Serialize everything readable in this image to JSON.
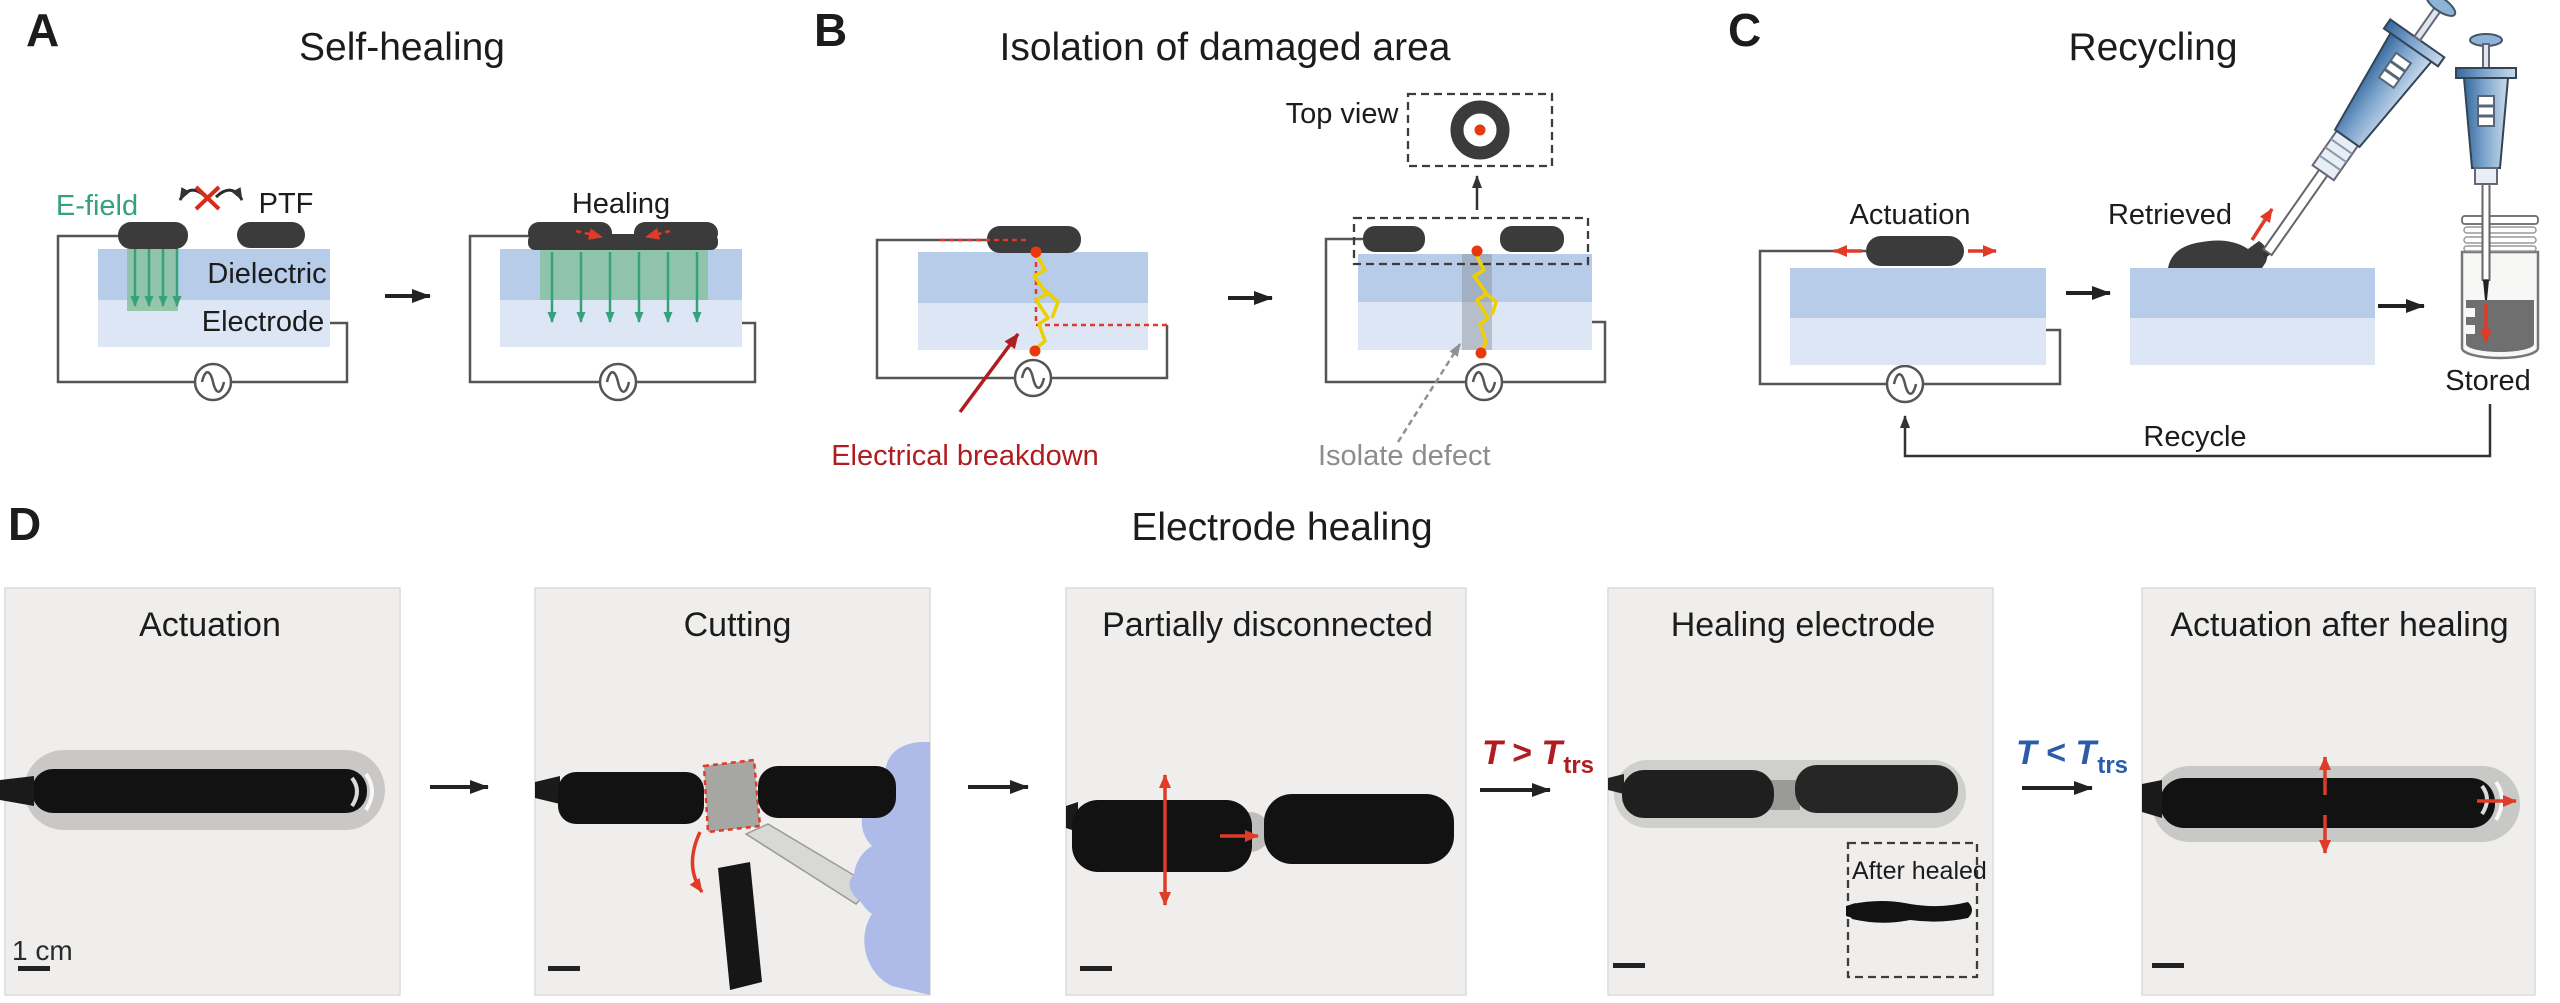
{
  "figure": {
    "panels": {
      "A": {
        "letter": "A",
        "title": "Self-healing",
        "labels": {
          "efield": "E-field",
          "ptf": "PTF",
          "dielectric": "Dielectric",
          "electrode": "Electrode",
          "healing": "Healing"
        }
      },
      "B": {
        "letter": "B",
        "title": "Isolation of damaged area",
        "labels": {
          "top_view": "Top view",
          "electrical_breakdown": "Electrical breakdown",
          "isolate_defect": "Isolate defect"
        }
      },
      "C": {
        "letter": "C",
        "title": "Recycling",
        "labels": {
          "actuation": "Actuation",
          "retrieved": "Retrieved",
          "stored": "Stored",
          "recycle": "Recycle"
        }
      },
      "D": {
        "letter": "D",
        "title": "Electrode healing",
        "photos": [
          {
            "label": "Actuation",
            "scale_bar": "1 cm"
          },
          {
            "label": "Cutting"
          },
          {
            "label": "Partially disconnected"
          },
          {
            "label": "Healing electrode",
            "inset_label": "After healed"
          },
          {
            "label": "Actuation after healing"
          }
        ],
        "transitions": [
          {
            "var1": "T",
            "op": ">",
            "var2": "T",
            "sub": "trs"
          },
          {
            "var1": "T",
            "op": "<",
            "var2": "T",
            "sub": "trs"
          }
        ]
      }
    },
    "colors": {
      "dielectric_blue": "#b6cce8",
      "electrode_blue": "#dce6f4",
      "ptf_dark": "#3b3b3b",
      "efield_green": "#36a279",
      "efield_fill": "#8cc2a4",
      "wire_gray": "#555555",
      "red_accent": "#e03b28",
      "breakdown_red": "#b01d20",
      "trs_cold_blue": "#2a5caa",
      "defect_gray": "#8d8d8d",
      "lightning_yellow": "#eed000",
      "photo_bg": "#efeeec",
      "glove_blue": "#aebbe8",
      "pipette_blue": "#4a7fb5"
    }
  }
}
